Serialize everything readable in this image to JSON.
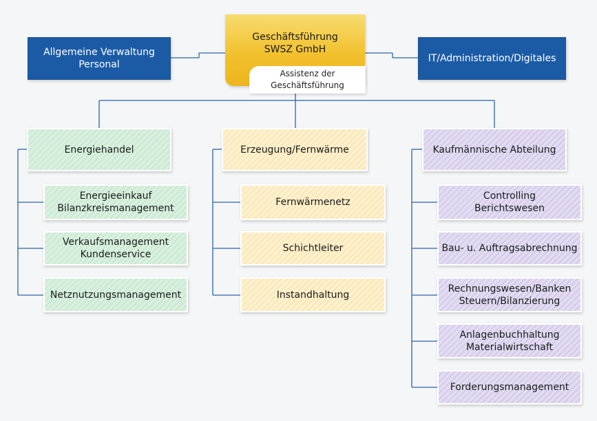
{
  "colors": {
    "connector": "#2c63a8",
    "blue_box": "#1b5ba6",
    "ceo_gold": "#f2c12e",
    "green_fill": "#d9f0df",
    "yellow_fill": "#fdf1cf",
    "purple_fill": "#e3dcf1"
  },
  "ceo": {
    "label": "Geschäftsführung\nSWSZ GmbH"
  },
  "assistant": {
    "label": "Assistenz der\nGeschäftsführung"
  },
  "staff_left": {
    "label": "Allgemeine Verwaltung\nPersonal"
  },
  "staff_right": {
    "label": "IT/Administration/Digitales"
  },
  "departments": [
    {
      "label": "Energiehandel",
      "units": [
        "Energieeinkauf\nBilanzkreismanagement",
        "Verkaufsmanagement\nKundenservice",
        "Netznutzungsmanagement"
      ]
    },
    {
      "label": "Erzeugung/Fernwärme",
      "units": [
        "Fernwärmenetz",
        "Schichtleiter",
        "Instandhaltung"
      ]
    },
    {
      "label": "Kaufmännische Abteilung",
      "units": [
        "Controlling\nBerichtswesen",
        "Bau- u. Auftragsabrechnung",
        "Rechnungswesen/Banken\nSteuern/Bilanzierung",
        "Anlagenbuchhaltung\nMaterialwirtschaft",
        "Forderungsmanagement"
      ]
    }
  ]
}
